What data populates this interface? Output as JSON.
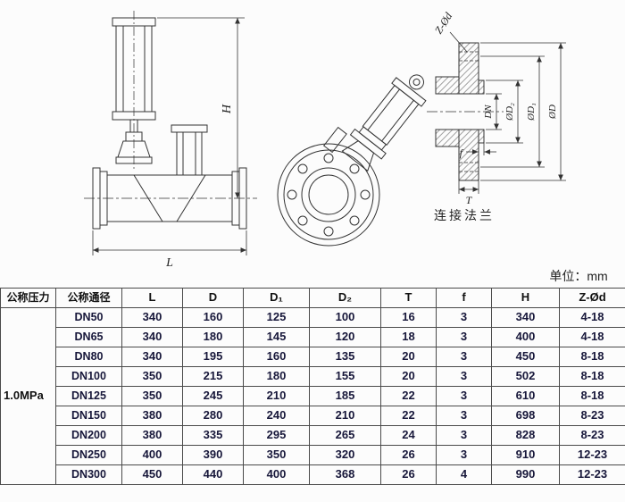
{
  "page": {
    "unit_label": "单位：mm",
    "flange_caption": "连接法兰"
  },
  "drawing": {
    "labels": {
      "h": "H",
      "l": "L",
      "z_od": "Z-Ød",
      "dn": "DN",
      "d2": "ØD₂",
      "d1": "ØD₁",
      "d": "ØD",
      "f": "f",
      "t": "T"
    }
  },
  "table": {
    "headers": [
      "公称压力",
      "公称通径",
      "L",
      "D",
      "D₁",
      "D₂",
      "T",
      "f",
      "H",
      "Z-Ød"
    ],
    "pressure": "1.0MPa",
    "rows": [
      {
        "dn": "DN50",
        "l": "340",
        "d": "160",
        "d1": "125",
        "d2": "100",
        "t": "16",
        "f": "3",
        "h": "340",
        "z": "4-18"
      },
      {
        "dn": "DN65",
        "l": "340",
        "d": "180",
        "d1": "145",
        "d2": "120",
        "t": "18",
        "f": "3",
        "h": "400",
        "z": "4-18"
      },
      {
        "dn": "DN80",
        "l": "340",
        "d": "195",
        "d1": "160",
        "d2": "135",
        "t": "20",
        "f": "3",
        "h": "450",
        "z": "8-18"
      },
      {
        "dn": "DN100",
        "l": "350",
        "d": "215",
        "d1": "180",
        "d2": "155",
        "t": "20",
        "f": "3",
        "h": "502",
        "z": "8-18"
      },
      {
        "dn": "DN125",
        "l": "350",
        "d": "245",
        "d1": "210",
        "d2": "185",
        "t": "22",
        "f": "3",
        "h": "610",
        "z": "8-18"
      },
      {
        "dn": "DN150",
        "l": "380",
        "d": "280",
        "d1": "240",
        "d2": "210",
        "t": "22",
        "f": "3",
        "h": "698",
        "z": "8-23"
      },
      {
        "dn": "DN200",
        "l": "380",
        "d": "335",
        "d1": "295",
        "d2": "265",
        "t": "24",
        "f": "3",
        "h": "828",
        "z": "8-23"
      },
      {
        "dn": "DN250",
        "l": "400",
        "d": "390",
        "d1": "350",
        "d2": "320",
        "t": "26",
        "f": "3",
        "h": "910",
        "z": "12-23"
      },
      {
        "dn": "DN300",
        "l": "450",
        "d": "440",
        "d1": "400",
        "d2": "368",
        "t": "26",
        "f": "4",
        "h": "990",
        "z": "12-23"
      }
    ]
  }
}
